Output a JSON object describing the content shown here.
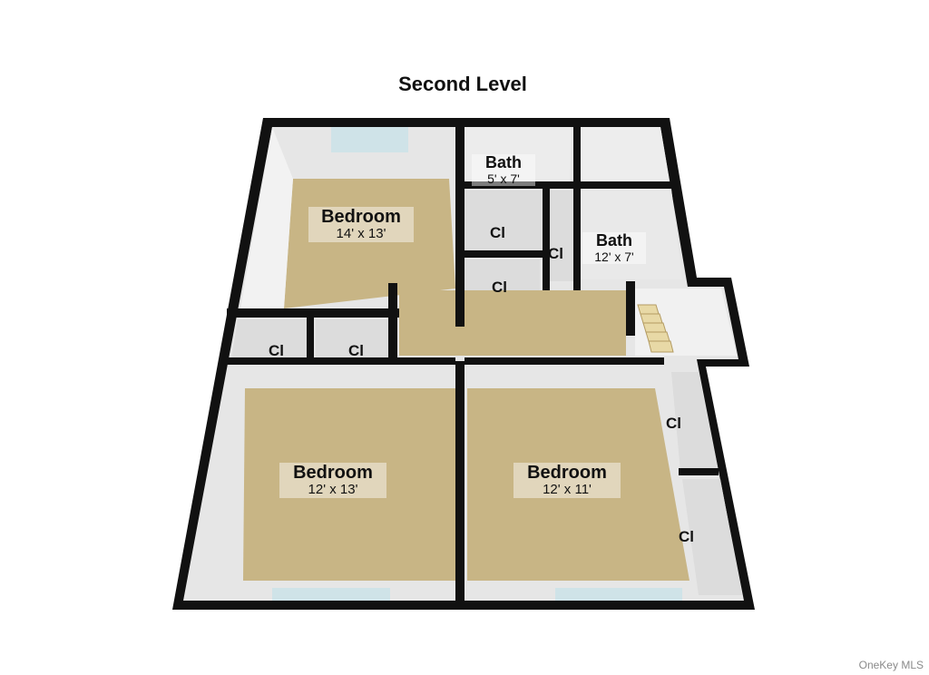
{
  "title": "Second Level",
  "rooms": [
    {
      "id": "bedroom-nw",
      "name": "Bedroom",
      "dims": "14' x 13'"
    },
    {
      "id": "bath-small",
      "name": "Bath",
      "dims": "5' x 7'"
    },
    {
      "id": "bath-large",
      "name": "Bath",
      "dims": "12' x 7'"
    },
    {
      "id": "bedroom-sw",
      "name": "Bedroom",
      "dims": "12' x 13'"
    },
    {
      "id": "bedroom-se",
      "name": "Bedroom",
      "dims": "12' x 11'"
    }
  ],
  "closet_label": "Cl",
  "watermark": "OneKey MLS",
  "colors": {
    "carpet": "#c8b585",
    "wall": "#111111",
    "wall_face": "#e6e6e6",
    "stair": "#e8d9a6",
    "window": "#cfe3e8"
  }
}
